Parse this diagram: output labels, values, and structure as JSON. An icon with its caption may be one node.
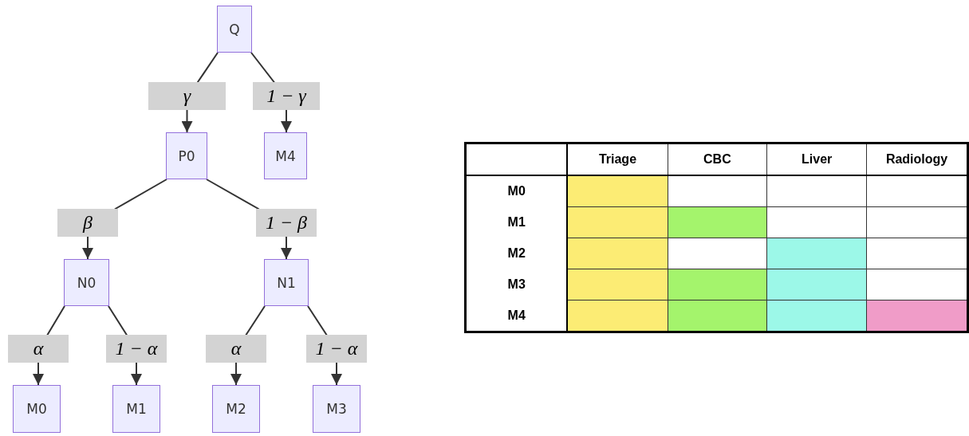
{
  "diagram": {
    "nodes": [
      {
        "text": [
          "Q"
        ]
      },
      {
        "text": [
          "P0"
        ]
      },
      {
        "text": [
          "M4"
        ]
      },
      {
        "text": [
          "N0"
        ]
      },
      {
        "text": [
          "N1"
        ]
      },
      {
        "text": [
          "M0"
        ]
      },
      {
        "text": [
          "M1"
        ]
      },
      {
        "text": [
          "M2"
        ]
      },
      {
        "text": [
          "M3"
        ]
      }
    ],
    "edges": [
      {
        "from": 0,
        "to": 1,
        "arrow": "to",
        "label": "γ"
      },
      {
        "from": 0,
        "to": 2,
        "arrow": "to",
        "label": "1 − γ"
      },
      {
        "from": 1,
        "to": 3,
        "arrow": "to",
        "label": "β"
      },
      {
        "from": 1,
        "to": 4,
        "arrow": "to",
        "label": "1 − β"
      },
      {
        "from": 3,
        "to": 5,
        "arrow": "to",
        "label": "α"
      },
      {
        "from": 3,
        "to": 6,
        "arrow": "to",
        "label": "1 − α"
      },
      {
        "from": 4,
        "to": 7,
        "arrow": "to",
        "label": "α"
      },
      {
        "from": 4,
        "to": 8,
        "arrow": "to",
        "label": "1 − α"
      }
    ],
    "labels": [
      "Triage",
      "CBC",
      "Liver",
      "Radiology",
      "M0",
      "M1",
      "M2",
      "M3",
      "M4"
    ]
  }
}
